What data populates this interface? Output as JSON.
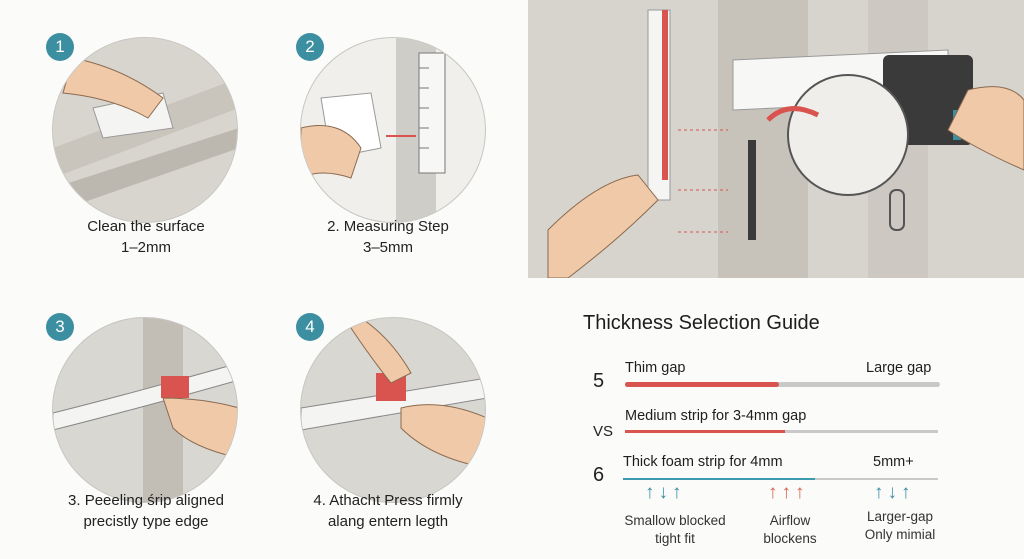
{
  "steps": [
    {
      "number": "1",
      "caption": "Clean the surface",
      "sub": "1–2mm"
    },
    {
      "number": "2",
      "caption": "2. Measuring Step",
      "sub": "3–5mm"
    },
    {
      "number": "3",
      "caption": "3. Peeeling śrip aligned",
      "sub": "precistly type edge"
    },
    {
      "number": "4",
      "caption": "4. Athacht Press firmly",
      "sub": "alang entern legth"
    }
  ],
  "guide": {
    "title": "Thickness Selection Guide",
    "rows": [
      {
        "marker": "5",
        "left": "Thim gap",
        "right": "Large gap",
        "fill": 0.49,
        "color": "#d9534f"
      },
      {
        "marker": "VS",
        "left": "Medium strip for 3-4mm gap",
        "right": "",
        "fill": 0.51,
        "color": "#d9534f"
      },
      {
        "marker": "6",
        "left": "Thick foam strip for 4mm",
        "right": "5mm+",
        "fill": 0.61,
        "color": "#3b9cb0"
      }
    ],
    "indicators": [
      {
        "arrows": "↑↓↑",
        "line1": "Smallow blocked",
        "line2": "tight fit"
      },
      {
        "arrows": "↑↑↑",
        "line1": "Airflow",
        "line2": "blockens"
      },
      {
        "arrows": "↑↓↑",
        "line1": "Larger-gap",
        "line2": "Only mimial"
      }
    ]
  },
  "colors": {
    "accent": "#3b8fa1",
    "red": "#d9534f"
  }
}
